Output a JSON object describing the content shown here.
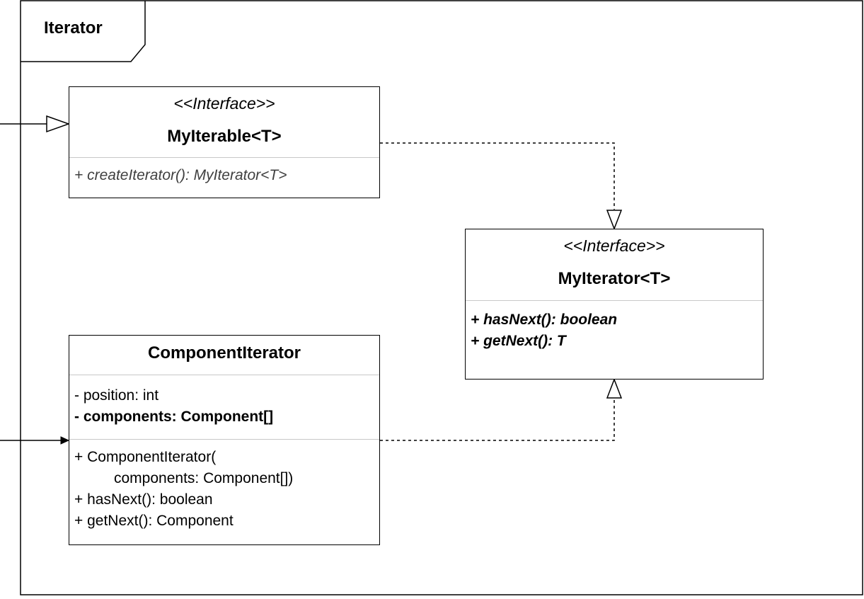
{
  "frame": {
    "label": "Iterator"
  },
  "classes": {
    "myiterable": {
      "stereotype": "<<Interface>>",
      "name": "MyIterable<T>",
      "methods": [
        "+ createIterator(): MyIterator<T>"
      ]
    },
    "myiterator": {
      "stereotype": "<<Interface>>",
      "name": "MyIterator<T>",
      "methods": [
        "+ hasNext(): boolean",
        "+ getNext(): T"
      ]
    },
    "componentiterator": {
      "name": "ComponentIterator",
      "attributes": [
        "- position: int",
        "- components: Component[]"
      ],
      "methods": [
        "+ ComponentIterator(",
        "components: Component[])",
        "+ hasNext(): boolean",
        "+ getNext(): Component"
      ]
    }
  },
  "colors": {
    "line": "#000000",
    "separator": "#c8c8c8",
    "italic_text": "#404040"
  }
}
